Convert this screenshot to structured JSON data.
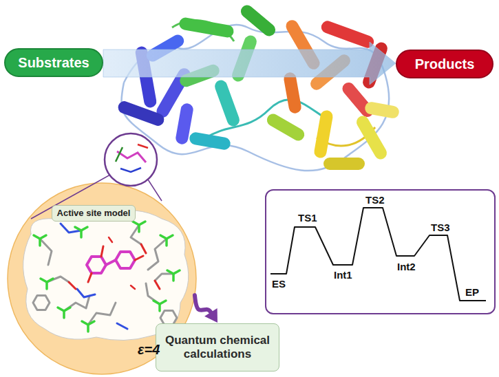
{
  "diagram": {
    "nodes": [
      {
        "text": [
          "Substrates"
        ]
      },
      {
        "text": [
          "Products"
        ]
      },
      {
        "text": [
          "ε=4"
        ]
      },
      {
        "text": [
          "Active site model"
        ],
        "in": 2
      },
      {
        "text": [
          "Quantum chemical calculations"
        ]
      },
      {
        "text": [
          "ES",
          "TS1",
          "Int1",
          "TS2",
          "Int2",
          "TS3",
          "EP"
        ]
      }
    ],
    "edges": [
      {
        "from": 0,
        "to": 1,
        "arrow": "to"
      },
      {
        "from": 2,
        "to": 4,
        "arrow": "to"
      }
    ]
  }
}
